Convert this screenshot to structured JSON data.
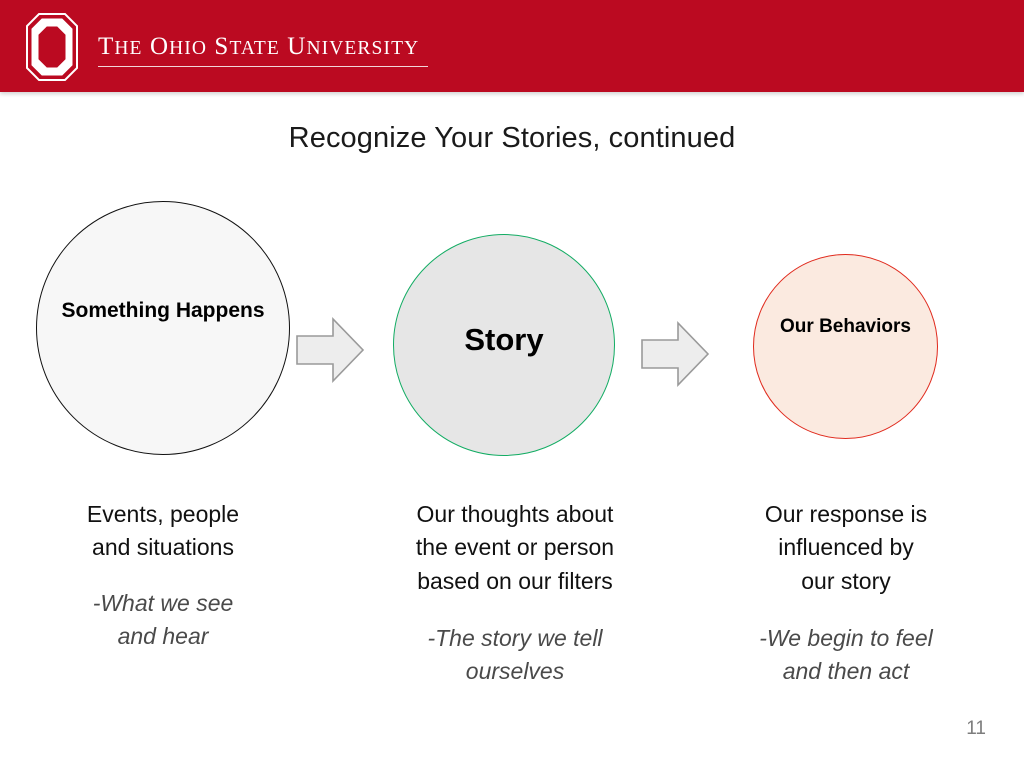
{
  "slide": {
    "background_color": "#ffffff",
    "number": "11",
    "title": "Recognize Your Stories, continued"
  },
  "header": {
    "band_color": "#BB0A21",
    "logo_icon": "block-o-logo",
    "wordmark": {
      "word1_cap": "T",
      "word1_rest": "HE",
      "word2_cap": "O",
      "word2_rest": "HIO",
      "word3_cap": "S",
      "word3_rest": "TATE",
      "word4_cap": "U",
      "word4_rest": "NIVERSITY",
      "full_text": "The Ohio State University"
    }
  },
  "diagram": {
    "nodes": [
      {
        "id": "something-happens",
        "label": "Something\nHappens",
        "fill": "#F7F7F7",
        "stroke": "#111111"
      },
      {
        "id": "story",
        "label": "Story",
        "fill": "#E6E6E6",
        "stroke": "#12AC63"
      },
      {
        "id": "our-behaviors",
        "label": "Our\nBehaviors",
        "fill": "#FBEAE0",
        "stroke": "#E02A1D"
      }
    ],
    "arrows": [
      {
        "id": "arrow-1",
        "direction": "right",
        "fill": "#EDEDED",
        "stroke": "#9a9a9a"
      },
      {
        "id": "arrow-2",
        "direction": "right",
        "fill": "#EDEDED",
        "stroke": "#9a9a9a"
      }
    ],
    "captions": [
      {
        "id": "caption-something-happens",
        "main": "Events, people\nand situations",
        "sub": "-What we see\nand hear"
      },
      {
        "id": "caption-story",
        "main": "Our thoughts about\nthe event or person\nbased on our filters",
        "sub": "-The story we tell\nourselves"
      },
      {
        "id": "caption-our-behaviors",
        "main": "Our response is\ninfluenced by\nour story",
        "sub": "-We begin to feel\nand then act"
      }
    ]
  }
}
